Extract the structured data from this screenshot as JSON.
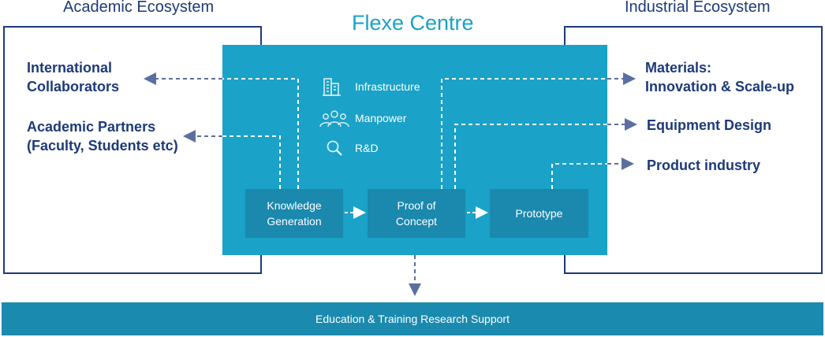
{
  "academic": {
    "title": "Academic Ecosystem",
    "items": [
      {
        "label": "International\nCollaborators"
      },
      {
        "label": "Academic Partners\n(Faculty, Students etc)"
      }
    ]
  },
  "industrial": {
    "title": "Industrial Ecosystem",
    "items": [
      {
        "label": "Materials:\nInnovation & Scale-up"
      },
      {
        "label": "Equipment Design"
      },
      {
        "label": "Product industry"
      }
    ]
  },
  "centre": {
    "title": "Flexe Centre",
    "resources": [
      {
        "label": "Infrastructure",
        "icon": "building-icon"
      },
      {
        "label": "Manpower",
        "icon": "people-icon"
      },
      {
        "label": "R&D",
        "icon": "magnifier-icon"
      }
    ],
    "stages": [
      {
        "label": "Knowledge\nGeneration"
      },
      {
        "label": "Proof of\nConcept"
      },
      {
        "label": "Prototype"
      }
    ]
  },
  "bottom_bar": {
    "label": "Education & Training Research Support"
  },
  "colors": {
    "navy": "#1d3a78",
    "centre_blue": "#1aa2c8",
    "stage_blue": "#1b88ae",
    "arrow": "#5a6fa0"
  }
}
